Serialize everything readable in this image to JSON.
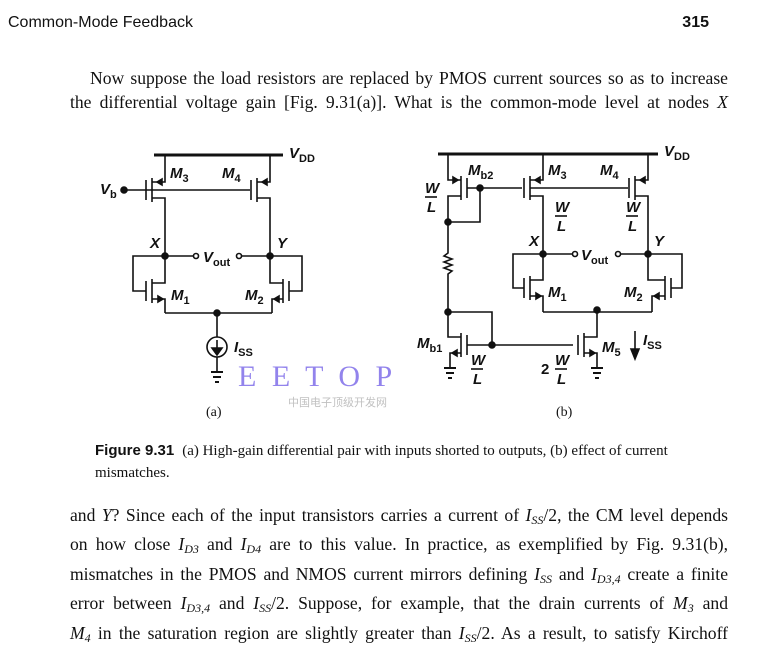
{
  "header": {
    "title": "Common-Mode Feedback",
    "page_number": "315"
  },
  "paragraph1": [
    [
      {
        "t": "Now suppose the load resistors are replaced by PMOS current sources so as to increase"
      }
    ],
    [
      {
        "t": "the differential voltage gain [Fig. 9.31(a)]. What is the common-mode level at nodes "
      },
      {
        "i": "X"
      }
    ]
  ],
  "figure": {
    "a": {
      "label": "(a)",
      "vdd": "V",
      "vdd_sub": "DD",
      "vb": "V",
      "vb_sub": "b",
      "m3": "M",
      "m3_sub": "3",
      "m4": "M",
      "m4_sub": "4",
      "m1": "M",
      "m1_sub": "1",
      "m2": "M",
      "m2_sub": "2",
      "x": "X",
      "y": "Y",
      "vout": "V",
      "vout_sub": "out",
      "iss": "I",
      "iss_sub": "SS"
    },
    "b": {
      "label": "(b)",
      "vdd": "V",
      "vdd_sub": "DD",
      "mb2": "M",
      "mb2_sub": "b2",
      "mb1": "M",
      "mb1_sub": "b1",
      "m3": "M",
      "m3_sub": "3",
      "m4": "M",
      "m4_sub": "4",
      "m1": "M",
      "m1_sub": "1",
      "m2": "M",
      "m2_sub": "2",
      "m5": "M",
      "m5_sub": "5",
      "x": "X",
      "y": "Y",
      "vout": "V",
      "vout_sub": "out",
      "iss": "I",
      "iss_sub": "SS",
      "w": "W",
      "l": "L",
      "two": "2"
    },
    "caption_number": "Figure 9.31",
    "caption_text": "(a) High-gain differential pair with inputs shorted to outputs, (b) effect of current mismatches."
  },
  "paragraph2": [
    [
      {
        "t": "and "
      },
      {
        "i": "Y"
      },
      {
        "t": "? Since each of the input transistors carries a current of "
      },
      {
        "i": "I"
      },
      {
        "s": "SS"
      },
      {
        "t": "/2, the CM level depends"
      }
    ],
    [
      {
        "t": "on how close "
      },
      {
        "i": "I"
      },
      {
        "s": "D3"
      },
      {
        "t": " and "
      },
      {
        "i": "I"
      },
      {
        "s": "D4"
      },
      {
        "t": " are to this value. In practice, as exemplified by Fig. 9.31(b),"
      }
    ],
    [
      {
        "t": "mismatches in the PMOS and NMOS current mirrors defining "
      },
      {
        "i": "I"
      },
      {
        "s": "SS"
      },
      {
        "t": " and "
      },
      {
        "i": "I"
      },
      {
        "s": "D3,4"
      },
      {
        "t": " create a finite"
      }
    ],
    [
      {
        "t": "error between "
      },
      {
        "i": "I"
      },
      {
        "s": "D3,4"
      },
      {
        "t": " and "
      },
      {
        "i": "I"
      },
      {
        "s": "SS"
      },
      {
        "t": "/2. Suppose, for example, that the drain currents of "
      },
      {
        "i": "M"
      },
      {
        "s": "3"
      },
      {
        "t": " and"
      }
    ],
    [
      {
        "i": "M"
      },
      {
        "s": "4"
      },
      {
        "t": " in the saturation region are slightly greater than "
      },
      {
        "i": "I"
      },
      {
        "s": "SS"
      },
      {
        "t": "/2. As a result, to satisfy Kirchoff"
      }
    ]
  ],
  "watermark": {
    "text": "E E T O P",
    "subtext": "中国电子顶级开发网"
  }
}
